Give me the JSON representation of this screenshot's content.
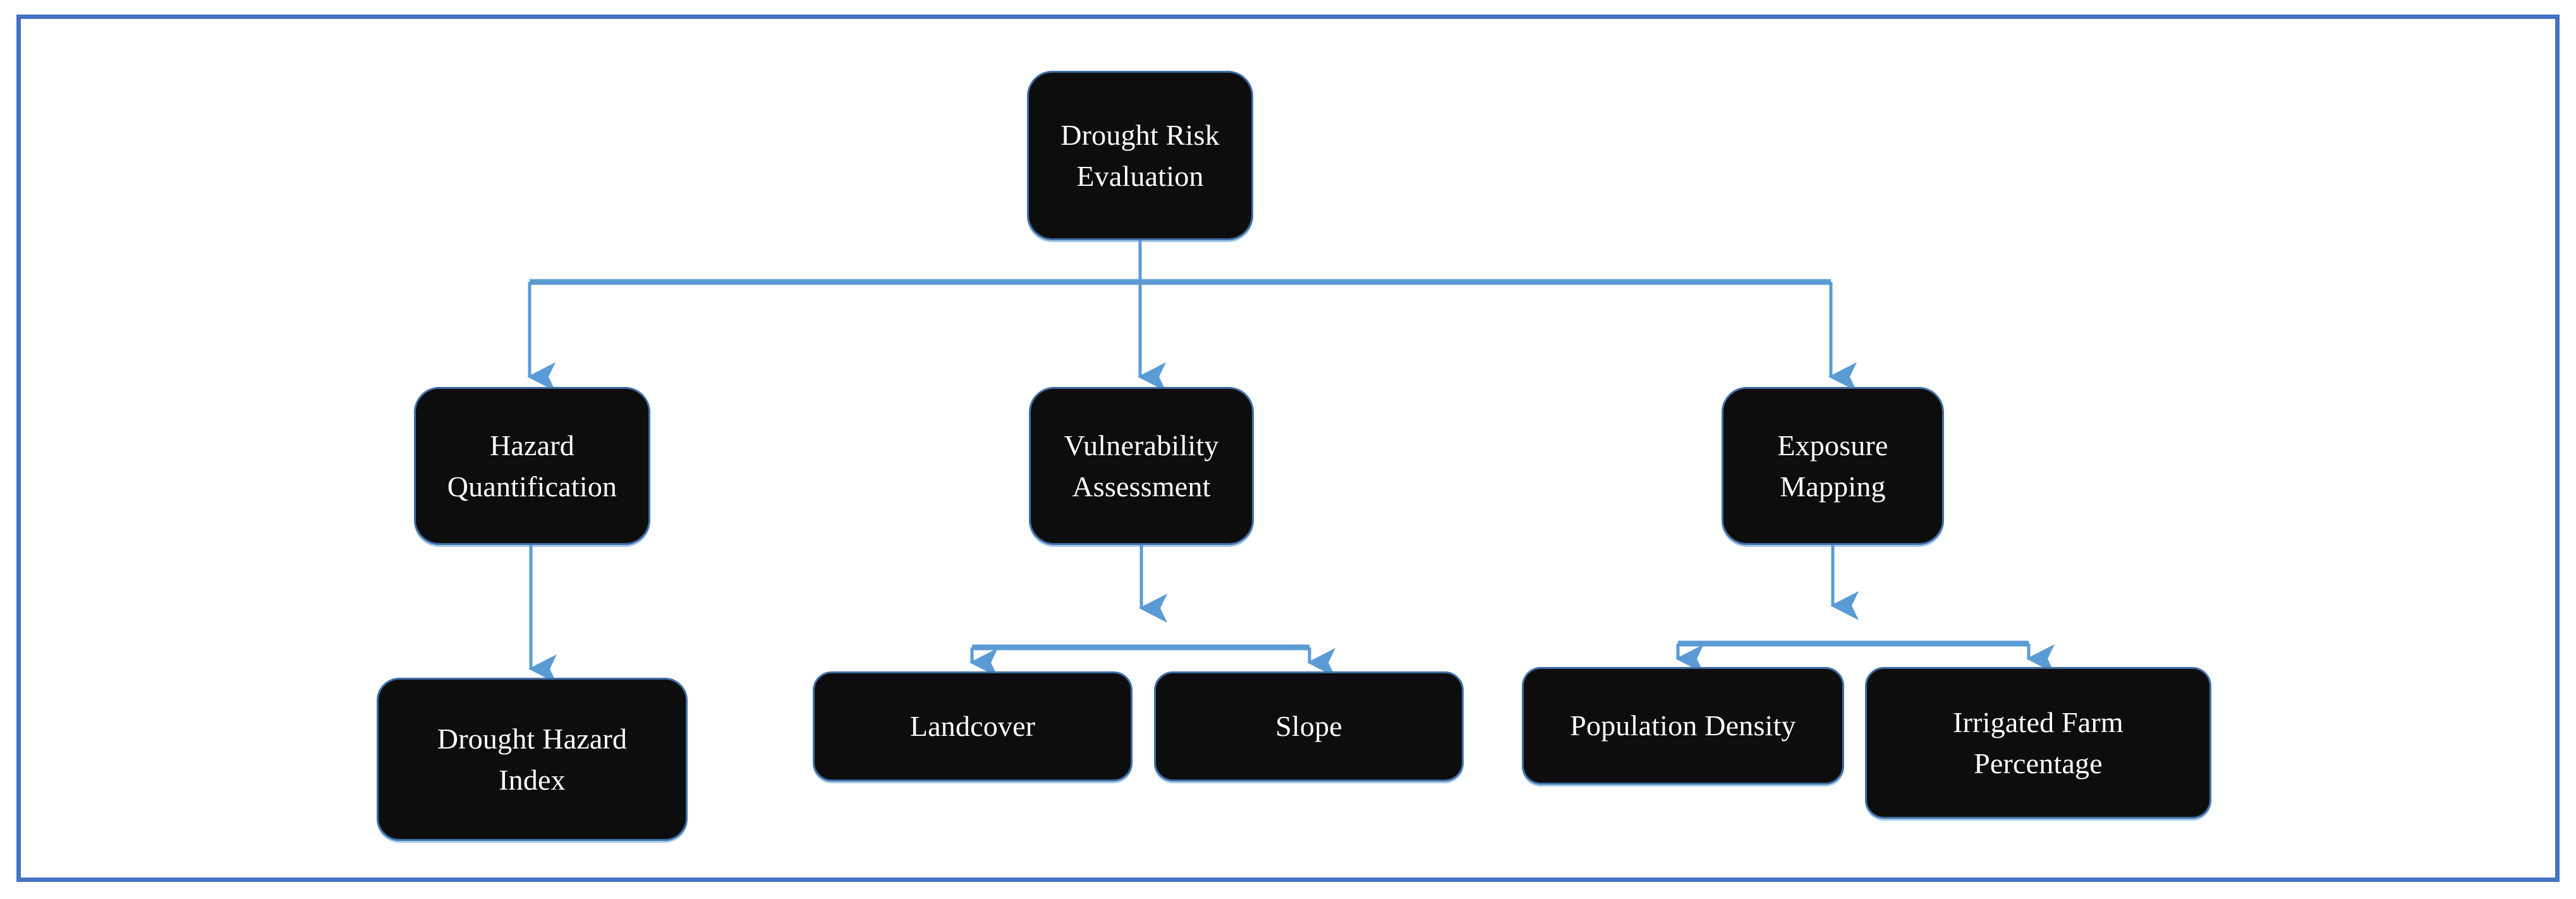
{
  "theme": {
    "frame_border_color": "#4472C4",
    "node_fill": "#0D0D0D",
    "node_text_color": "#FFFFFF",
    "connector_color": "#5B9BD5",
    "background": "#FFFFFF"
  },
  "diagram": {
    "type": "hierarchy-flowchart",
    "orientation": "top-down",
    "levels": 3,
    "root": {
      "id": "drought-risk-evaluation",
      "label": "Drought Risk Evaluation",
      "lines": [
        "Drought Risk",
        "Evaluation"
      ]
    },
    "branches": [
      {
        "id": "hazard-quantification",
        "label": "Hazard Quantification",
        "lines": [
          "Hazard",
          "Quantification"
        ],
        "children": [
          {
            "id": "drought-hazard-index",
            "label": "Drought Hazard Index",
            "lines": [
              "Drought Hazard",
              "Index"
            ]
          }
        ]
      },
      {
        "id": "vulnerability-assessment",
        "label": "Vulnerability Assessment",
        "lines": [
          "Vulnerability",
          "Assessment"
        ],
        "children": [
          {
            "id": "landcover",
            "label": "Landcover",
            "lines": [
              "Landcover"
            ]
          },
          {
            "id": "slope",
            "label": "Slope",
            "lines": [
              "Slope"
            ]
          }
        ]
      },
      {
        "id": "exposure-mapping",
        "label": "Exposure Mapping",
        "lines": [
          "Exposure",
          "Mapping"
        ],
        "children": [
          {
            "id": "population-density",
            "label": "Population Density",
            "lines": [
              "Population Density"
            ]
          },
          {
            "id": "irrigated-farm-percentage",
            "label": "Irrigated Farm Percentage",
            "lines": [
              "Irrigated Farm",
              "Percentage"
            ]
          }
        ]
      }
    ],
    "edges": [
      {
        "from": "drought-risk-evaluation",
        "to": "hazard-quantification",
        "style": "orthogonal-arrow"
      },
      {
        "from": "drought-risk-evaluation",
        "to": "vulnerability-assessment",
        "style": "orthogonal-arrow"
      },
      {
        "from": "drought-risk-evaluation",
        "to": "exposure-mapping",
        "style": "orthogonal-arrow"
      },
      {
        "from": "hazard-quantification",
        "to": "drought-hazard-index",
        "style": "straight-arrow"
      },
      {
        "from": "vulnerability-assessment",
        "to": "landcover",
        "style": "orthogonal-arrow"
      },
      {
        "from": "vulnerability-assessment",
        "to": "slope",
        "style": "orthogonal-arrow"
      },
      {
        "from": "exposure-mapping",
        "to": "population-density",
        "style": "orthogonal-arrow"
      },
      {
        "from": "exposure-mapping",
        "to": "irrigated-farm-percentage",
        "style": "orthogonal-arrow"
      }
    ]
  }
}
